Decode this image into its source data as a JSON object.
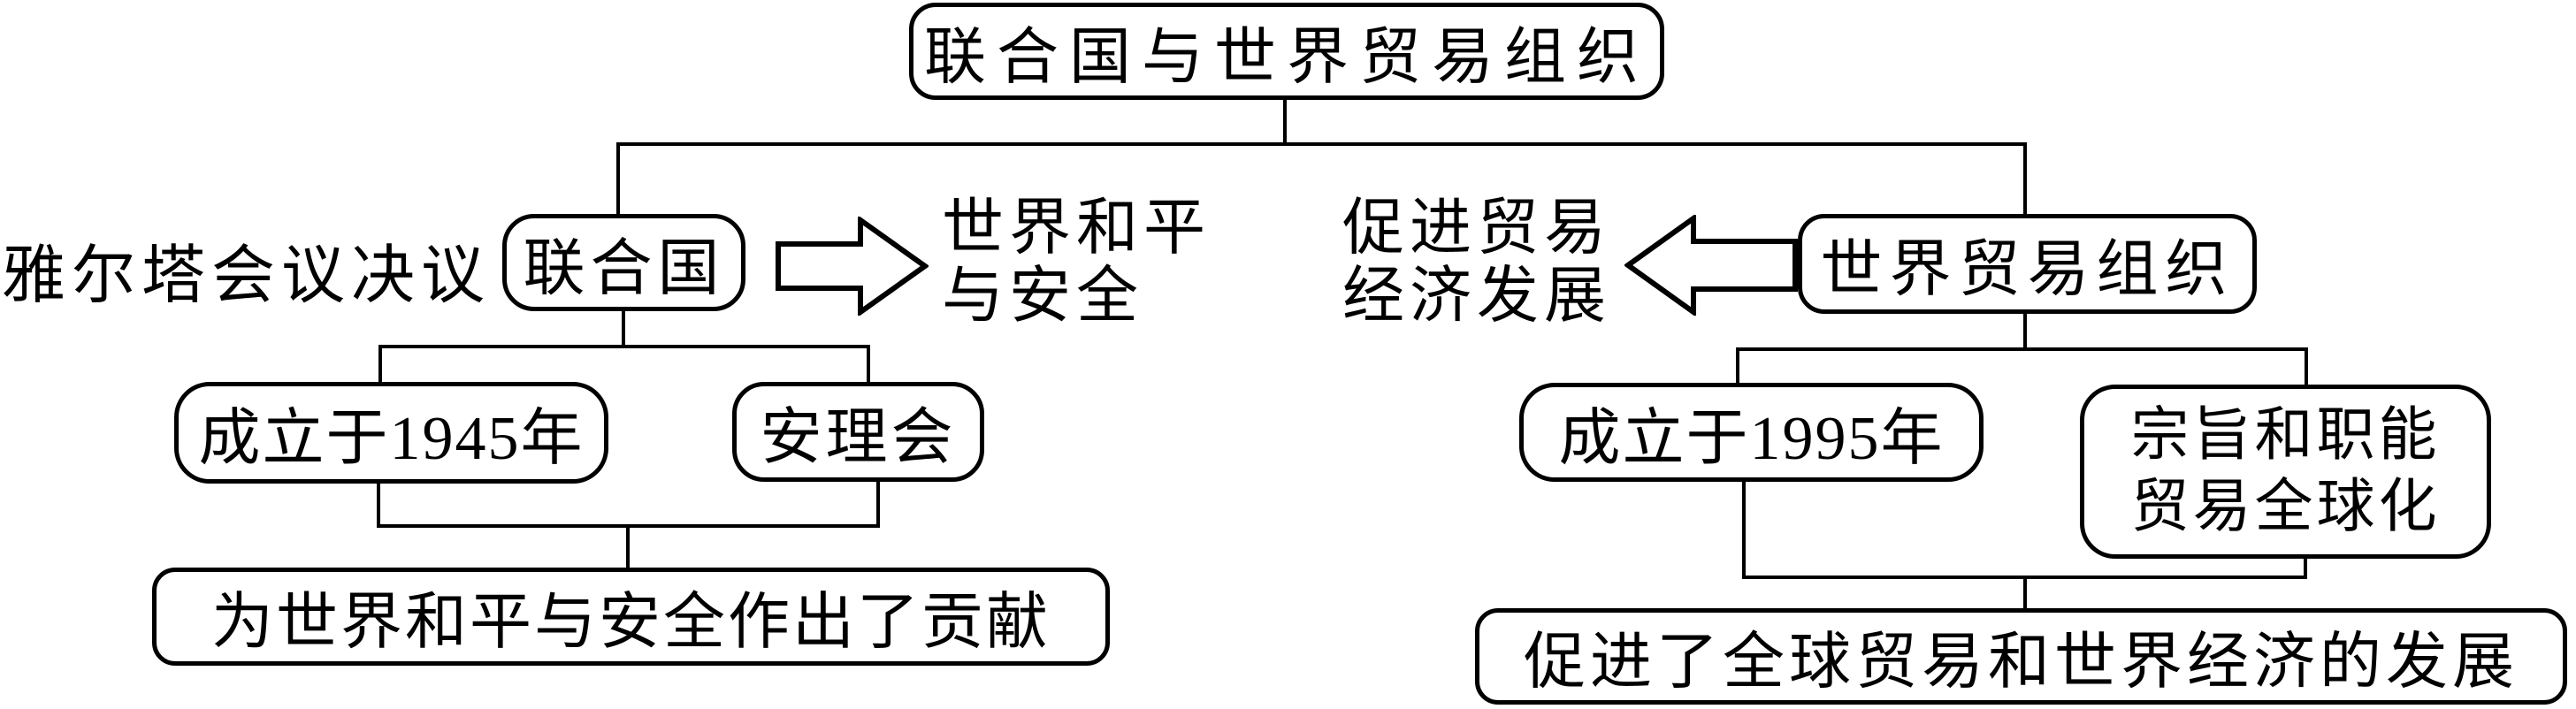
{
  "colors": {
    "line": "#000000",
    "background": "#ffffff",
    "text": "#000000"
  },
  "root": {
    "title": "联合国与世界贸易组织"
  },
  "left_branch": {
    "annotation": "雅尔塔会议决议",
    "node": "联合国",
    "outcome_line1": "世界和平",
    "outcome_line2": "与安全",
    "founded": "成立于1945年",
    "organ": "安理会",
    "contribution": "为世界和平与安全作出了贡献"
  },
  "right_branch": {
    "outcome_line1": "促进贸易",
    "outcome_line2": "经济发展",
    "node": "世界贸易组织",
    "founded": "成立于1995年",
    "purpose_line1": "宗旨和职能",
    "purpose_line2": "贸易全球化",
    "contribution": "促进了全球贸易和世界经济的发展"
  },
  "icons": {
    "right_arrow": "right-block-arrow",
    "left_arrow": "left-block-arrow"
  }
}
